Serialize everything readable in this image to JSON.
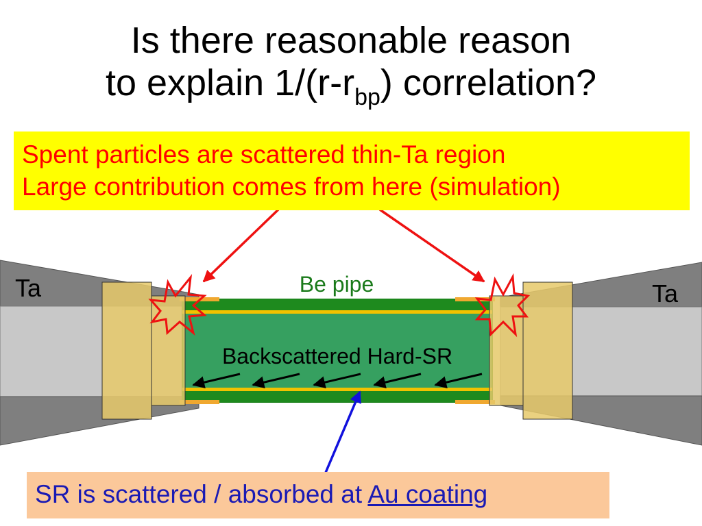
{
  "title": {
    "line1": "Is there reasonable reason",
    "line2_before": "to explain 1/(r-r",
    "line2_subscript": "bp",
    "line2_after": ") correlation?"
  },
  "callout_top": {
    "line1": "Spent particles are scattered thin-Ta region",
    "line2": "Large contribution comes from here (simulation)"
  },
  "callout_bottom": {
    "text_before": "SR is scattered / absorbed at ",
    "text_link": "Au coating"
  },
  "diagram": {
    "label_ta_left": "Ta",
    "label_ta_right": "Ta",
    "label_be_pipe": "Be pipe",
    "label_backscatter": "Backscattered Hard-SR"
  },
  "colors": {
    "callout_top_bg": "#ffff00",
    "callout_top_text": "#ff0000",
    "callout_bottom_bg": "#fbc89a",
    "callout_bottom_text": "#1a1ab4",
    "ta_dark": "#7f7f7f",
    "ta_light": "#c8c8c8",
    "flange": "#e6c96a",
    "be_pipe": "#36a060",
    "be_pipe_border": "#107a10",
    "au_coating": "#f2c200",
    "be_label": "#1a7a1a",
    "arrow_red": "#ee1111",
    "arrow_blue": "#1111dd"
  }
}
